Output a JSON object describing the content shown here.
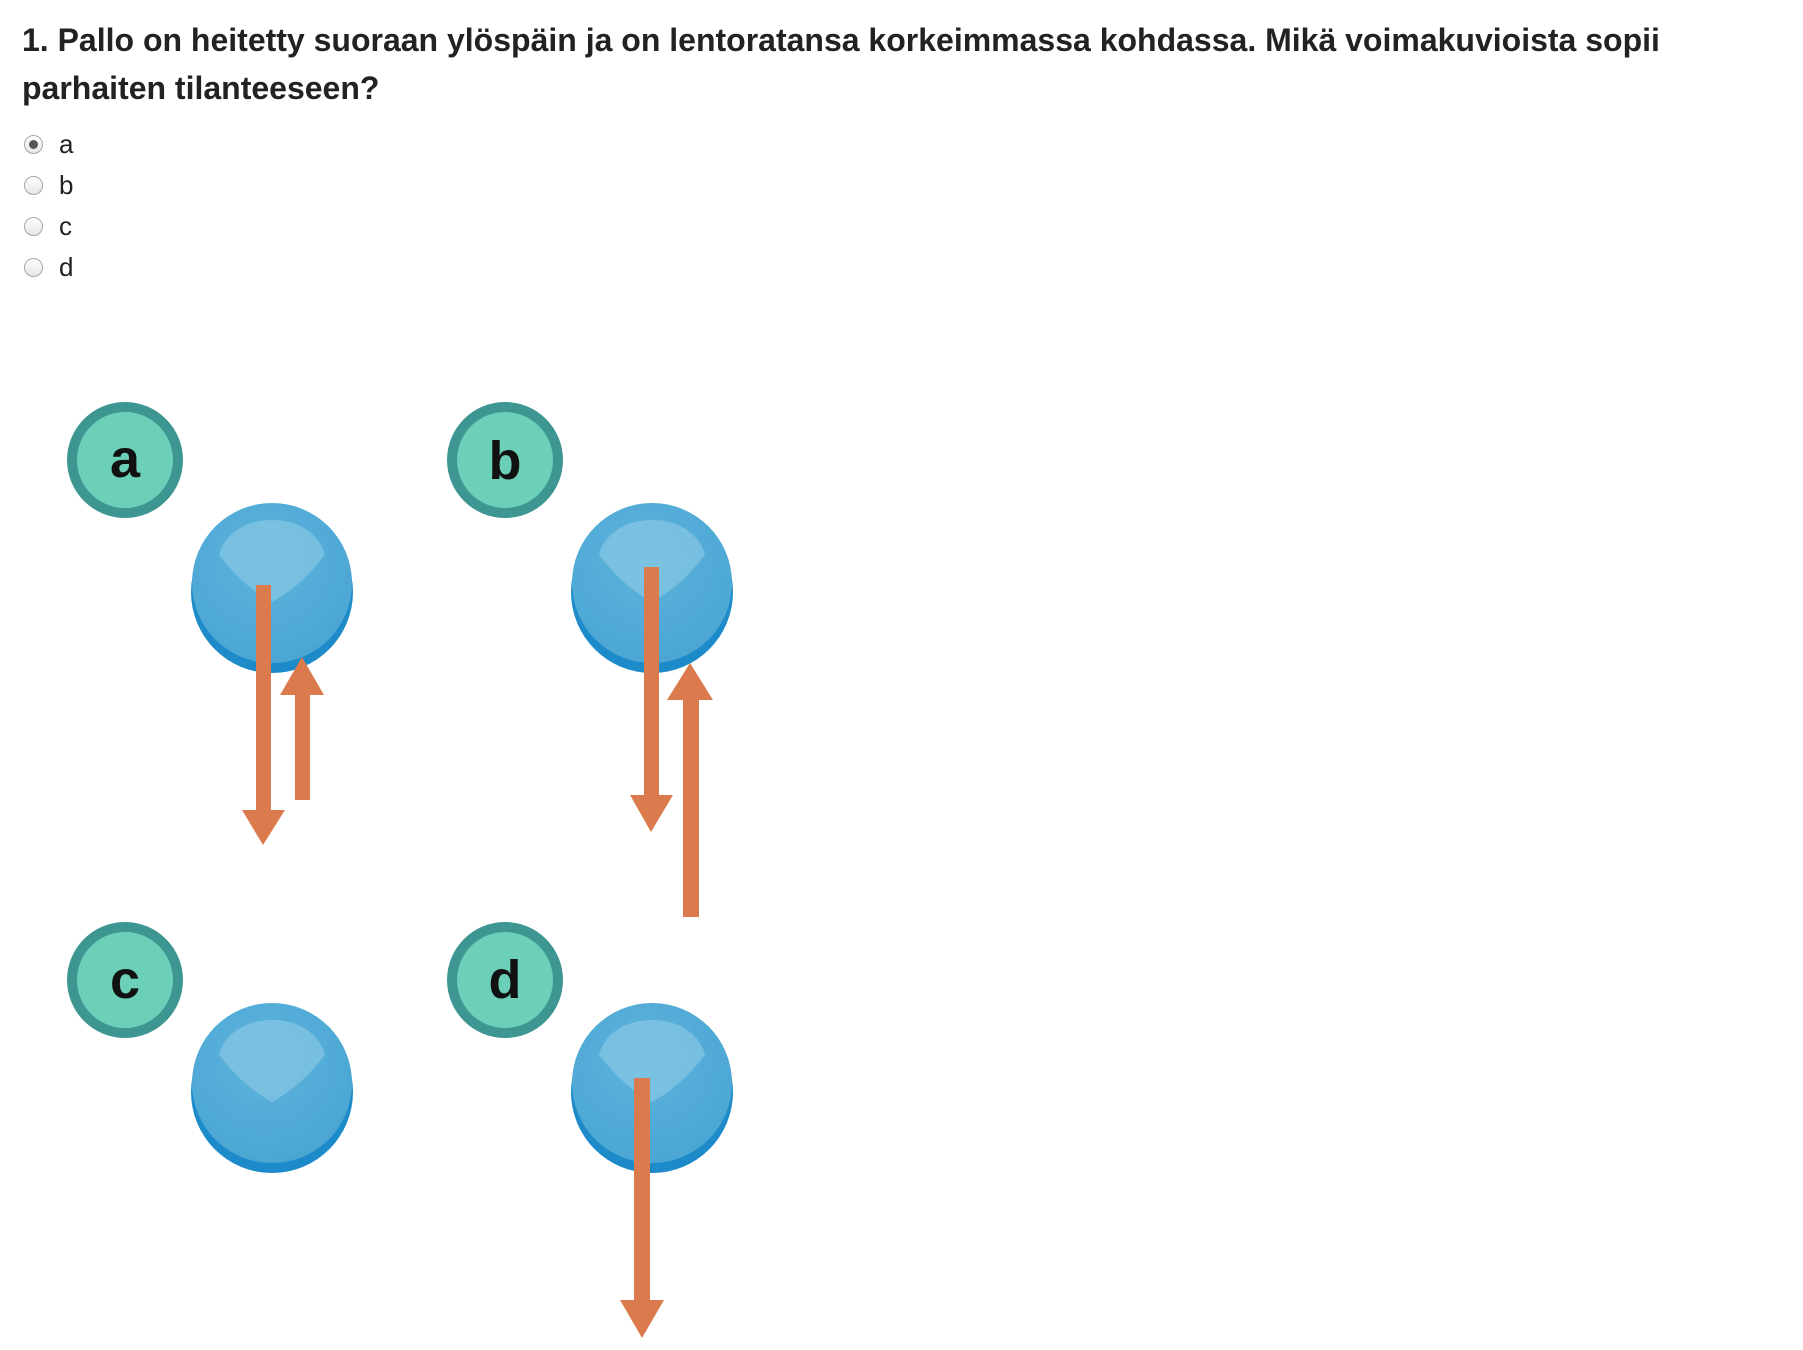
{
  "question": {
    "text": "1. Pallo on heitetty suoraan ylöspäin ja on lentoratansa korkeimmassa kohdassa. Mikä voimakuvioista sopii parhaiten tilanteeseen?"
  },
  "options": [
    {
      "label": "a",
      "checked": true
    },
    {
      "label": "b",
      "checked": false
    },
    {
      "label": "c",
      "checked": false
    },
    {
      "label": "d",
      "checked": false
    }
  ],
  "figure": {
    "panels": [
      {
        "letter": "a"
      },
      {
        "letter": "b"
      },
      {
        "letter": "c"
      },
      {
        "letter": "d"
      }
    ],
    "colors": {
      "badge_fill": "#6ccfb8",
      "badge_ring": "#3d9691",
      "ball_fill": "#52aad6",
      "ball_shadow": "#1d8bc9",
      "ball_highlight": "#8fcbe6",
      "arrow": "#db7a4c"
    }
  }
}
